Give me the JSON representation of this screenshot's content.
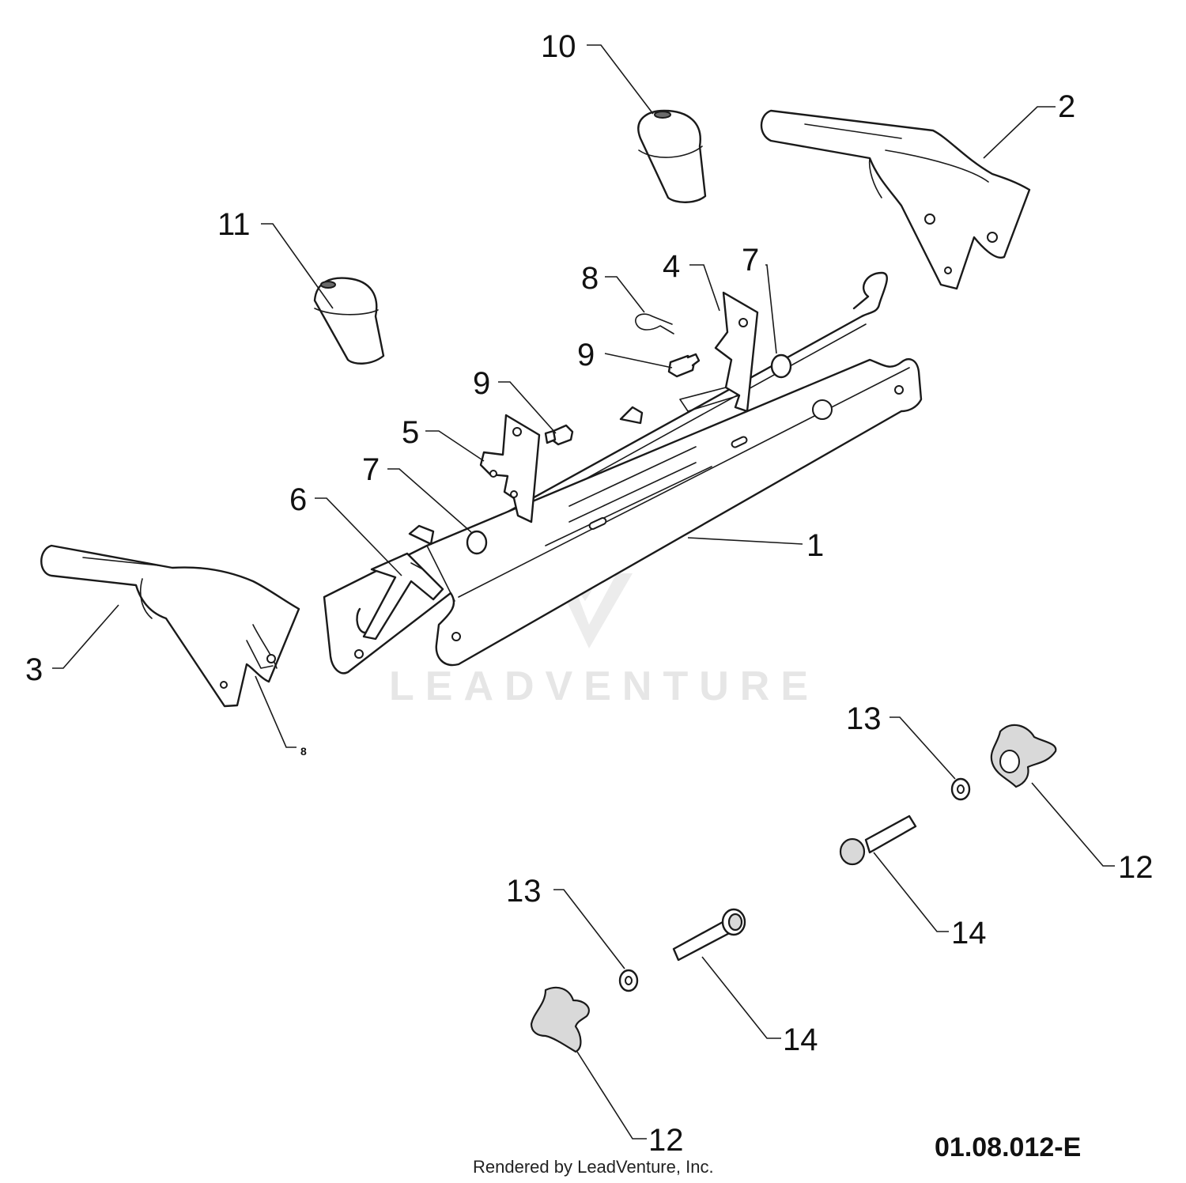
{
  "callouts": [
    {
      "id": "10",
      "label": "10"
    },
    {
      "id": "2",
      "label": "2"
    },
    {
      "id": "11",
      "label": "11"
    },
    {
      "id": "8a",
      "label": "8"
    },
    {
      "id": "4",
      "label": "4"
    },
    {
      "id": "7a",
      "label": "7"
    },
    {
      "id": "9a",
      "label": "9"
    },
    {
      "id": "9b",
      "label": "9"
    },
    {
      "id": "5",
      "label": "5"
    },
    {
      "id": "7b",
      "label": "7"
    },
    {
      "id": "6",
      "label": "6"
    },
    {
      "id": "1",
      "label": "1"
    },
    {
      "id": "3",
      "label": "3"
    },
    {
      "id": "8b",
      "label": "8"
    },
    {
      "id": "13a",
      "label": "13"
    },
    {
      "id": "12a",
      "label": "12"
    },
    {
      "id": "14a",
      "label": "14"
    },
    {
      "id": "13b",
      "label": "13"
    },
    {
      "id": "14b",
      "label": "14"
    },
    {
      "id": "12b",
      "label": "12"
    }
  ],
  "diagram_code": "01.08.012-E",
  "credit": "Rendered by LeadVenture, Inc.",
  "watermark": "LEADVENTURE",
  "colors": {
    "line": "#1a1a1a",
    "watermark": "#e6e6e6"
  }
}
